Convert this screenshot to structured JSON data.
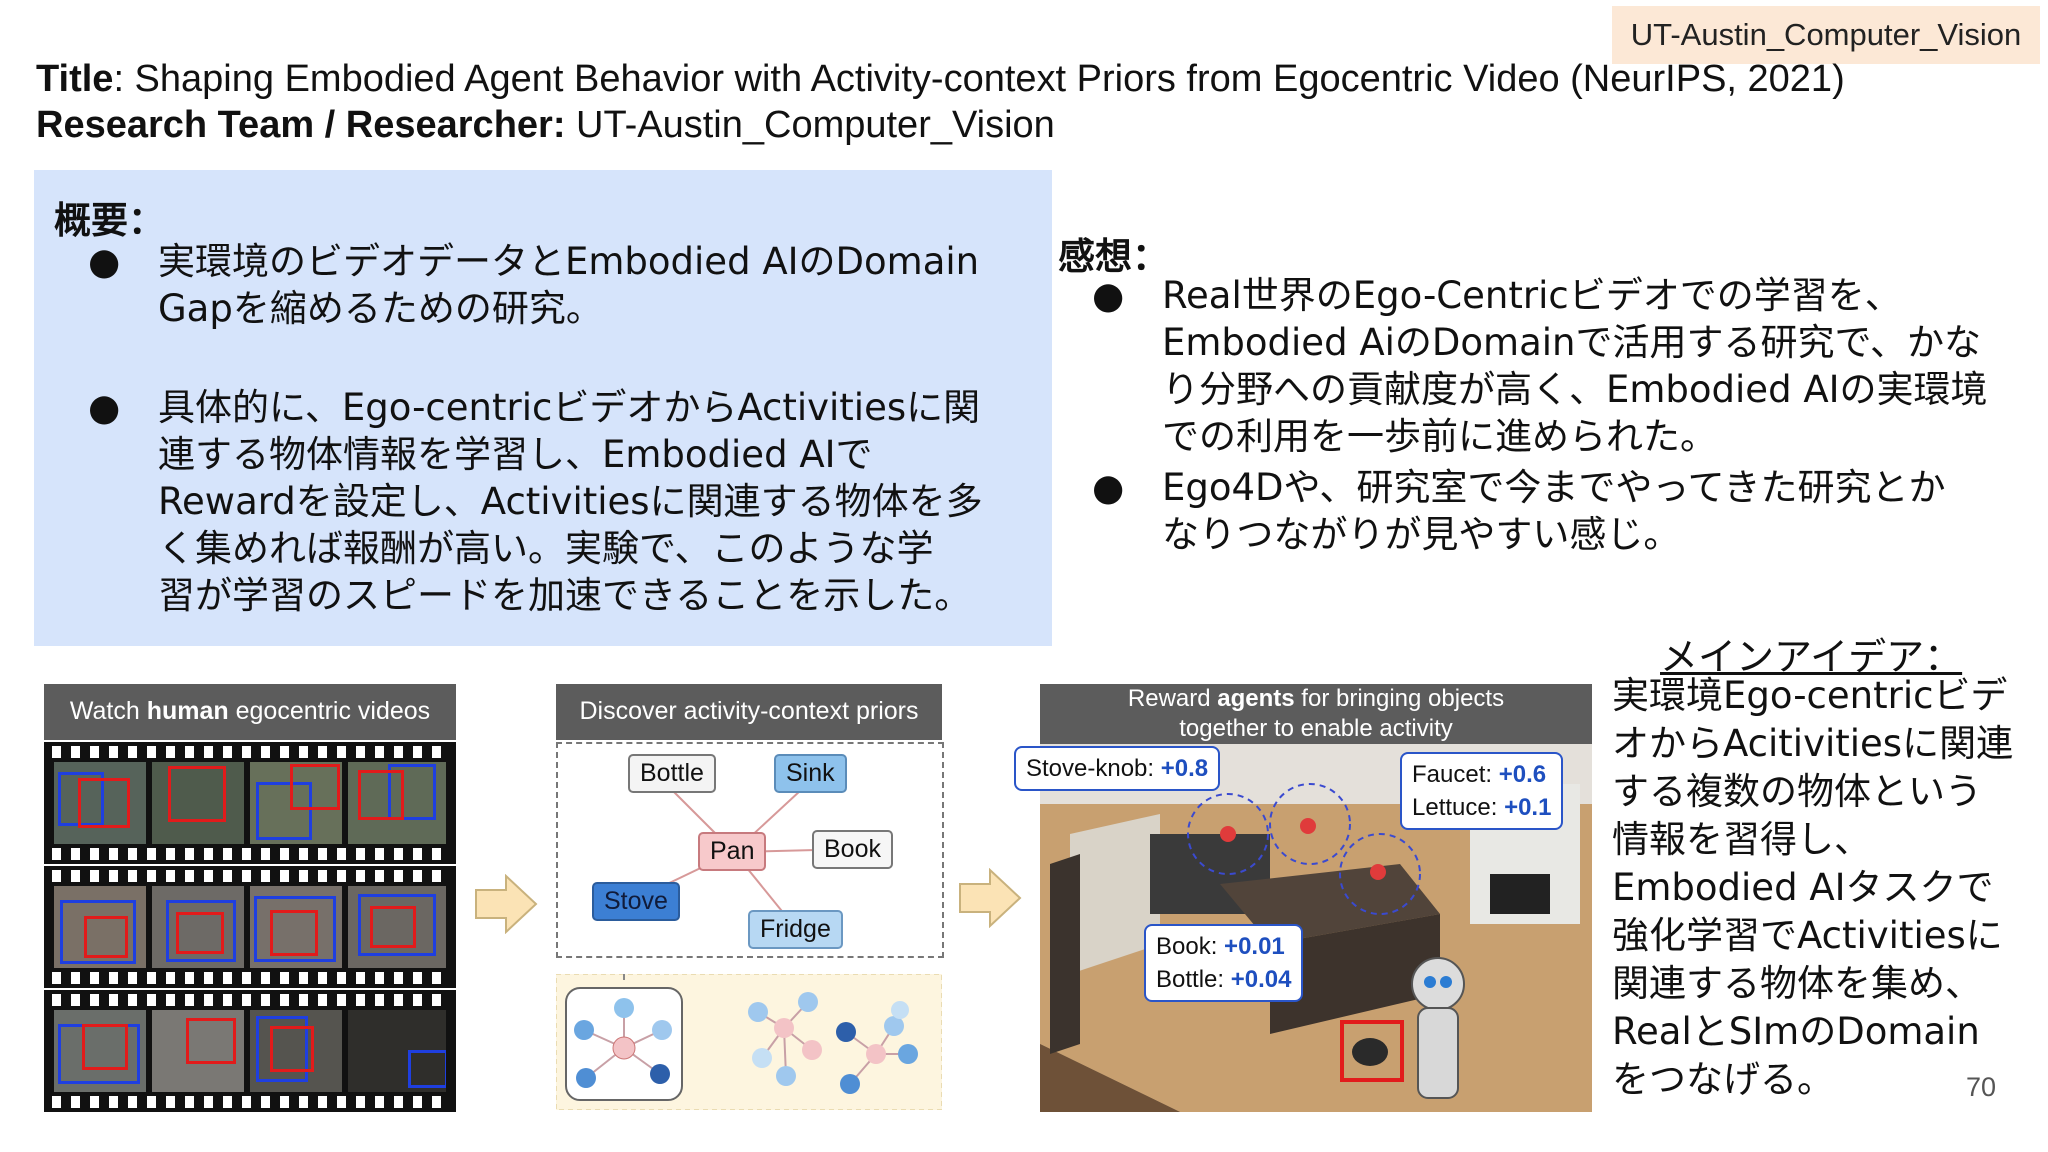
{
  "tag": "UT-Austin_Computer_Vision",
  "title": {
    "label": "Title",
    "text": ": Shaping Embodied Agent Behavior with Activity-context Priors from Egocentric Video (NeurIPS, 2021)"
  },
  "team": {
    "label": "Research Team / Researcher:",
    "text": " UT-Austin_Computer_Vision"
  },
  "summary": {
    "heading": "概要：",
    "bullets": [
      {
        "dot": "●",
        "lines": [
          "実環境のビデオデータとEmbodied AIのDomain",
          "Gapを縮めるための研究。"
        ]
      },
      {
        "dot": "●",
        "lines": [
          "具体的に、Ego-centricビデオからActivitiesに関",
          "連する物体情報を学習し、Embodied AIで",
          "Rewardを設定し、Activitiesに関連する物体を多",
          "く集めれば報酬が高い。実験で、このような学",
          "習が学習のスピードを加速できることを示した。"
        ]
      }
    ]
  },
  "impression": {
    "heading": "感想：",
    "bullets": [
      {
        "dot": "●",
        "lines": [
          "Real世界のEgo-Centricビデオでの学習を、",
          "Embodied AiのDomainで活用する研究で、かな",
          "り分野への貢献度が高く、Embodied AIの実環境",
          "での利用を一歩前に進められた。"
        ]
      },
      {
        "dot": "●",
        "lines": [
          "Ego4Dや、研究室で今までやってきた研究とか",
          "なりつながりが見やすい感じ。"
        ]
      }
    ]
  },
  "main_idea": {
    "heading": "メインアイデア：",
    "lines": [
      "実環境Ego-centricビデ",
      "オからAcitivitiesに関連",
      "する複数の物体という",
      "情報を習得し、",
      "Embodied AIタスクで",
      "強化学習でActivitiesに",
      "関連する物体を集め、",
      "RealとSImのDomain",
      "をつなげる。"
    ]
  },
  "figure": {
    "panel1": {
      "pre": "Watch ",
      "bold": "human",
      "post": " egocentric videos"
    },
    "panel2": {
      "heading": "Discover activity-context priors",
      "nodes": {
        "bottle": "Bottle",
        "sink": "Sink",
        "pan": "Pan",
        "book": "Book",
        "stove": "Stove",
        "fridge": "Fridge"
      }
    },
    "panel3": {
      "line1_pre": "Reward ",
      "line1_bold": "agents",
      "line1_post": " for bringing objects",
      "line2": "together to enable activity",
      "labels": {
        "stove_knob": {
          "name": "Stove-knob: ",
          "value": "+0.8"
        },
        "faucet": {
          "name": "Faucet: ",
          "value": "+0.6"
        },
        "lettuce": {
          "name": "Lettuce: ",
          "value": "+0.1"
        },
        "book": {
          "name": "Book: ",
          "value": "+0.01"
        },
        "bottle": {
          "name": "Bottle: ",
          "value": "+0.04"
        }
      }
    }
  },
  "page_number": "70",
  "colors": {
    "summary_bg": "#d6e4fb",
    "tag_bg": "#fce8d6",
    "accent_blue": "#1e4fbf"
  }
}
